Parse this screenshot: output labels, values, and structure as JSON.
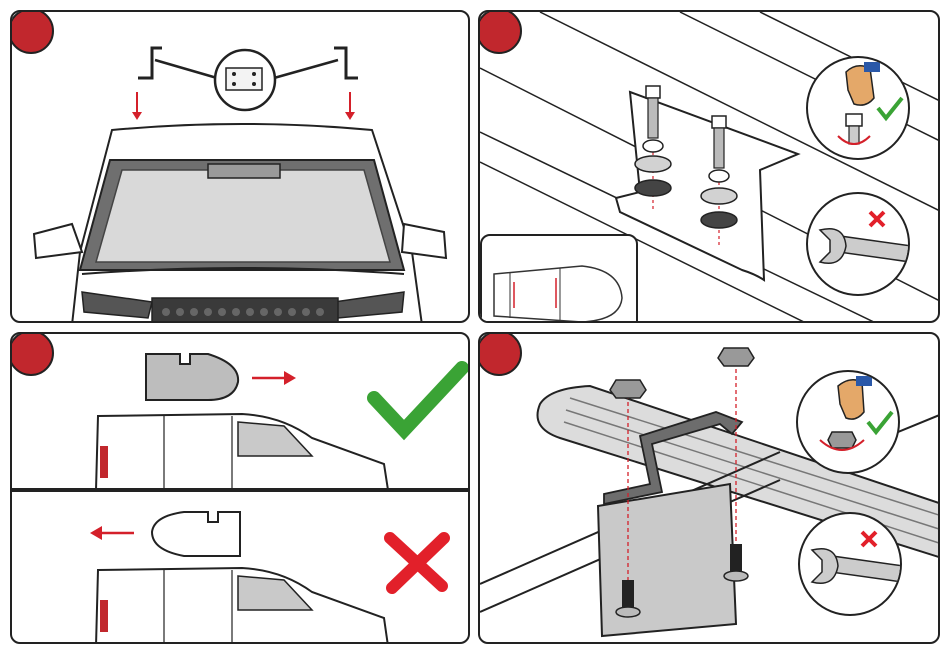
{
  "colors": {
    "badge": "#c1272d",
    "arrow": "#d4202a",
    "check": "#3aa335",
    "cross": "#e2202a",
    "outline": "#222222",
    "plate": "#bdbdbd",
    "glass": "#d9d9d9"
  },
  "panels": [
    {
      "id": 1,
      "topic": "windscreen-bracket-alignment"
    },
    {
      "id": 2,
      "topic": "bolt-washer-assembly-hand-tighten"
    },
    {
      "id": 3,
      "topic": "load-bar-orientation-correct-and-incorrect"
    },
    {
      "id": 4,
      "topic": "bar-strap-nut-hand-tighten"
    }
  ],
  "icons": {
    "approved": "checkmark-icon",
    "rejected": "cross-icon",
    "tool": "spanner-icon",
    "hand": "hand-icon",
    "direction": "arrow-icon"
  }
}
